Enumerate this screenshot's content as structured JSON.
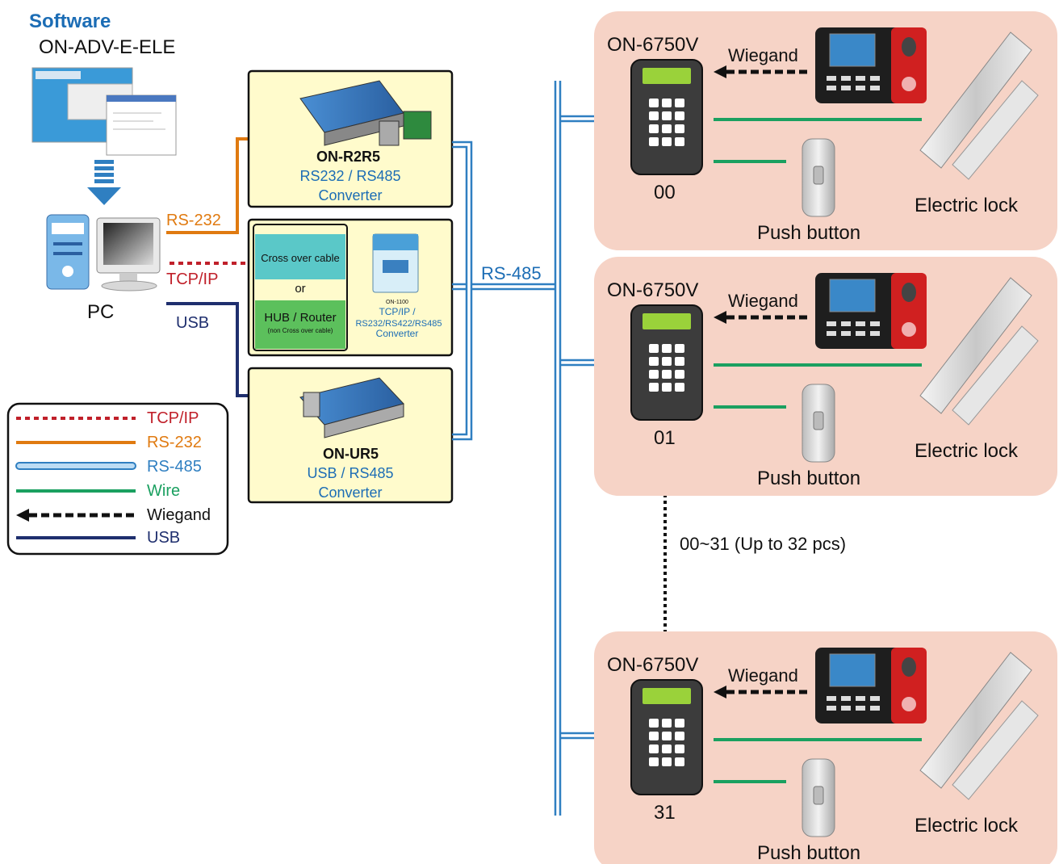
{
  "software": {
    "heading": "Software",
    "name": "ON-ADV-E-ELE"
  },
  "pc": {
    "label": "PC"
  },
  "links": {
    "rs232": "RS-232",
    "tcpip": "TCP/IP",
    "usb": "USB",
    "rs485": "RS-485"
  },
  "converter_r2r5": {
    "model": "ON-R2R5",
    "line1": "RS232 / RS485",
    "line2": "Converter"
  },
  "tcp_box": {
    "cross_cable": "Cross over cable",
    "or": "or",
    "hub": "HUB / Router",
    "hub_note": "(non Cross over cable)",
    "device_model": "ON-1100",
    "device_line1": "TCP/IP /",
    "device_line2": "RS232/RS422/RS485",
    "device_line3": "Converter"
  },
  "converter_ur5": {
    "model": "ON-UR5",
    "line1": "USB / RS485",
    "line2": "Converter"
  },
  "legend": [
    {
      "label": "TCP/IP",
      "color": "#c0202a"
    },
    {
      "label": "RS-232",
      "color": "#e07a10"
    },
    {
      "label": "RS-485",
      "color": "#2f7fc1"
    },
    {
      "label": "Wire",
      "color": "#1aa060"
    },
    {
      "label": "Wiegand",
      "color": "#111111"
    },
    {
      "label": "USB",
      "color": "#1f2f6e"
    }
  ],
  "units": [
    {
      "model": "ON-6750V",
      "wiegand": "Wiegand",
      "address": "00",
      "lock": "Electric lock",
      "button": "Push button"
    },
    {
      "model": "ON-6750V",
      "wiegand": "Wiegand",
      "address": "01",
      "lock": "Electric lock",
      "button": "Push button"
    },
    {
      "model": "ON-6750V",
      "wiegand": "Wiegand",
      "address": "31",
      "lock": "Electric lock",
      "button": "Push button"
    }
  ],
  "range_note": "00~31 (Up to 32 pcs)",
  "colors": {
    "panel_bg": "#f6d3c6",
    "converter_bg": "#fffbcc",
    "software_blue": "#1c6db5",
    "rs485": "#2f7fc1",
    "rs232": "#e07a10",
    "tcpip": "#c0202a",
    "usb": "#1f2f6e",
    "wire": "#1aa060"
  }
}
